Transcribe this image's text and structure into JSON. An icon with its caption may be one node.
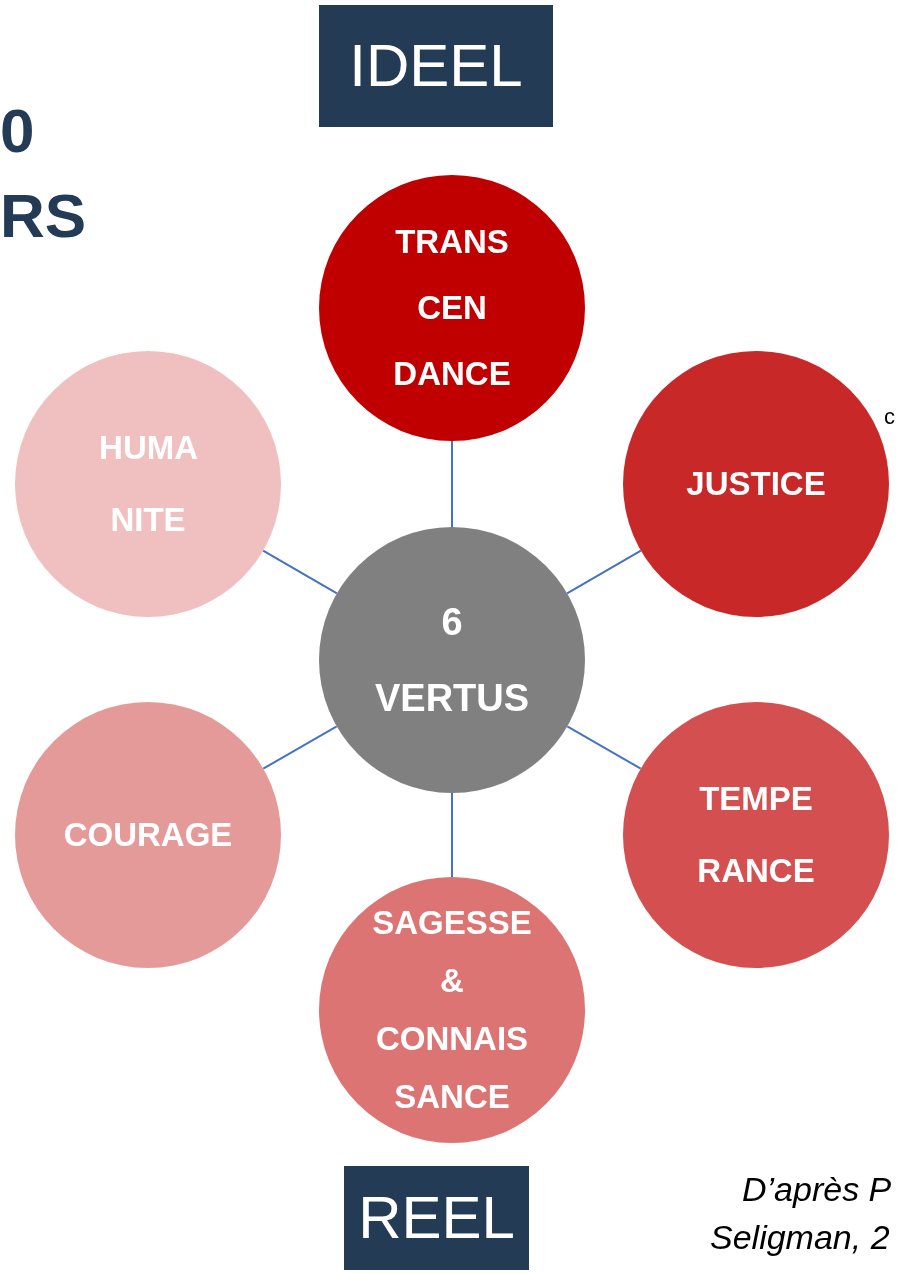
{
  "diagram": {
    "nodes": [
      {
        "text": [
          "IDEEL"
        ]
      },
      {
        "text": [
          "TRANS CEN DANCE"
        ]
      },
      {
        "text": [
          "HUMA NITE"
        ]
      },
      {
        "text": [
          "JUSTICE"
        ]
      },
      {
        "text": [
          "6 VERTUS"
        ]
      },
      {
        "text": [
          "COURAGE"
        ]
      },
      {
        "text": [
          "TEMPE RANCE"
        ]
      },
      {
        "text": [
          "SAGESSE & CONNAIS SANCE"
        ]
      },
      {
        "text": [
          "REEL"
        ]
      }
    ],
    "edges": [
      {
        "from": 4,
        "to": 1,
        "arrow": "none"
      },
      {
        "from": 4,
        "to": 3,
        "arrow": "none"
      },
      {
        "from": 4,
        "to": 6,
        "arrow": "none"
      },
      {
        "from": 4,
        "to": 7,
        "arrow": "none"
      },
      {
        "from": 4,
        "to": 5,
        "arrow": "none"
      },
      {
        "from": 4,
        "to": 2,
        "arrow": "none"
      }
    ],
    "labels": [
      "0",
      "RS",
      "c",
      "D’après P",
      "Seligman, 2"
    ]
  }
}
